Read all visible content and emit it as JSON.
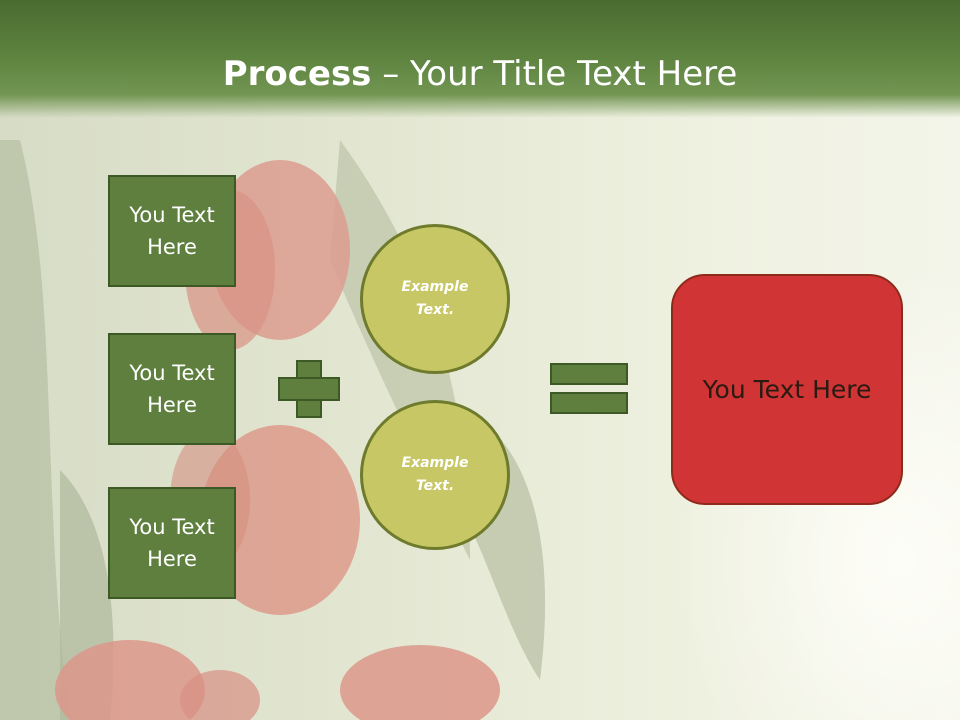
{
  "slide": {
    "title_bold": "Process",
    "title_rest": " – Your Title Text Here",
    "boxes": [
      "You Text Here",
      "You Text Here",
      "You Text Here"
    ],
    "circles": [
      "Example Text.",
      "Example Text."
    ],
    "result": "You Text Here"
  },
  "colors": {
    "header_green": "#5e8440",
    "box_green": "#5f7f3f",
    "circle_fill": "#c7c766",
    "result_red": "#d03434"
  },
  "icons": [
    "plus-icon",
    "equals-icon"
  ]
}
